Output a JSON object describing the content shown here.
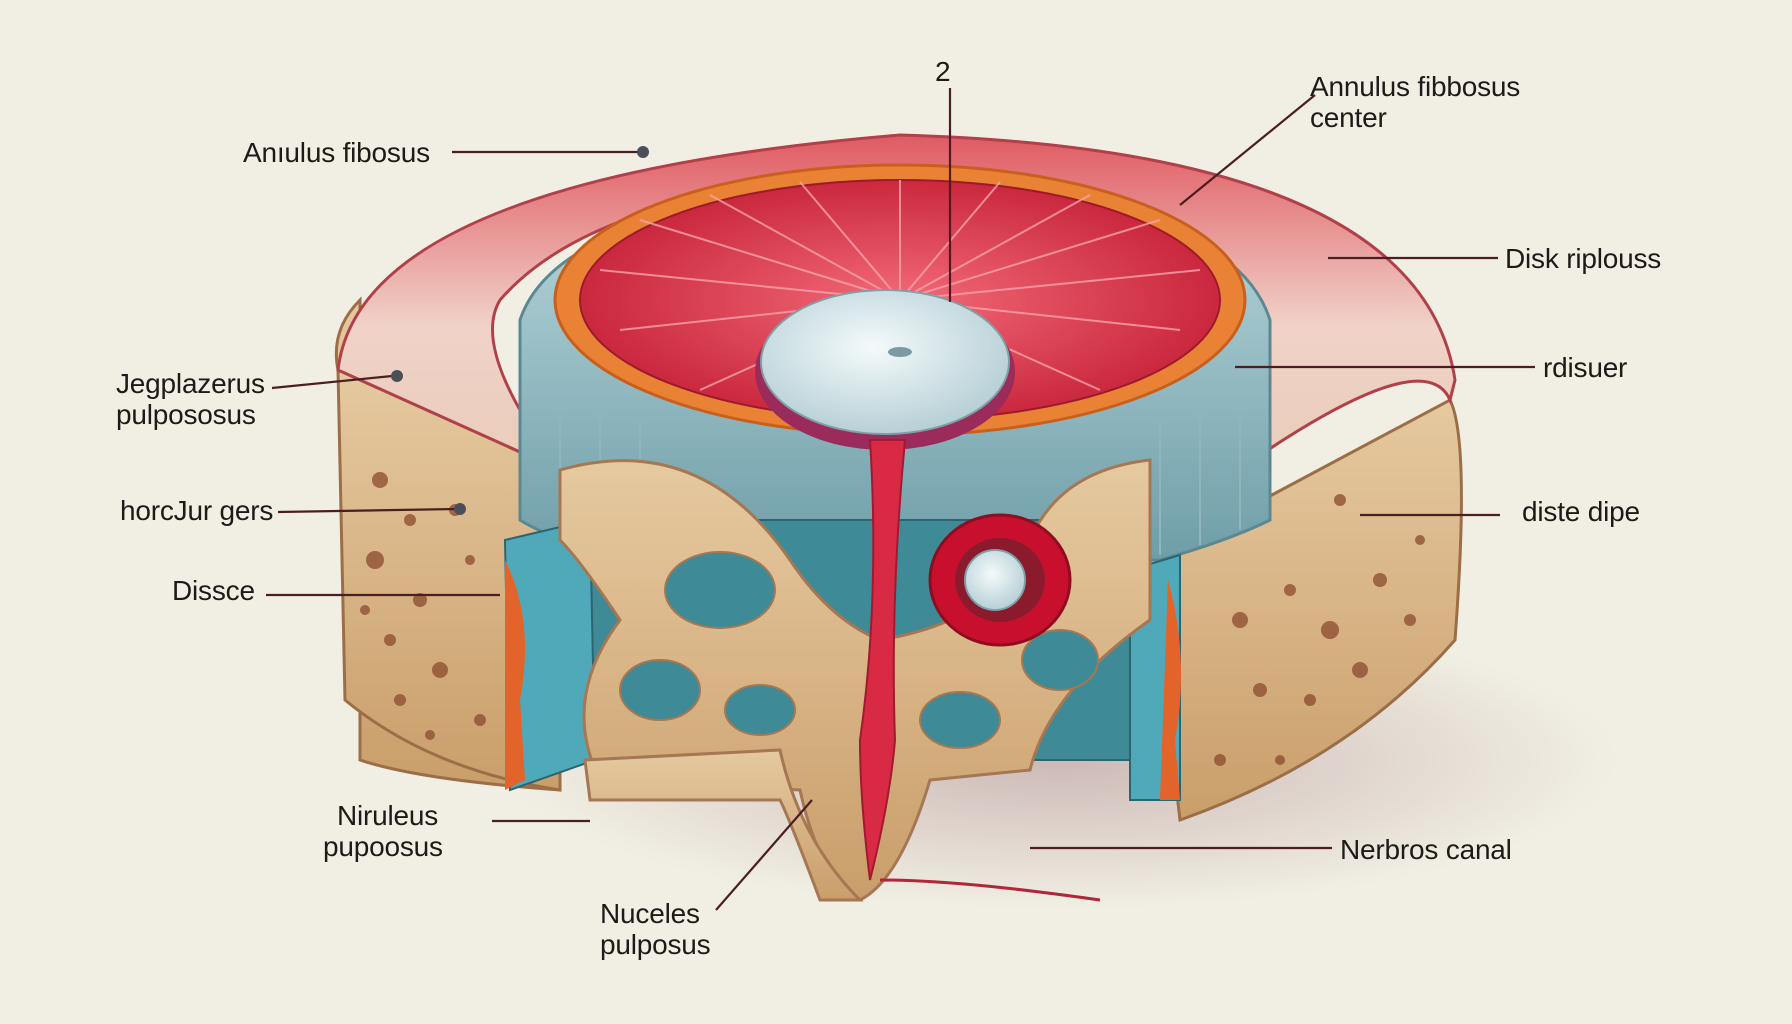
{
  "diagram": {
    "labels": {
      "top_number": "2",
      "anulus_fibosus": "Anıulus fibosus",
      "annulus_fibbosus_center": [
        "Annulus fibbosus",
        "center"
      ],
      "disk_riplouss": "Disk riplouss",
      "jegplazerus_pulpososus": [
        "Jegplazerus",
        "pulpososus"
      ],
      "rdisuer": "rdisuer",
      "horcjur_gers": "horcJur gers",
      "diste_dipe": "diste dipe",
      "dissce": "Dissce",
      "niruleus_pupoosus": [
        "Niruleus",
        "pupoosus"
      ],
      "nerbros_canal": "Nerbros canal",
      "nuceles_pulposus": [
        "Nuceles",
        "pulposus"
      ]
    },
    "colors": {
      "background": "#f1efe4",
      "annulus_red": "#d8384a",
      "nucleus_blue": "#d8e7ea",
      "bone_tan": "#d9b588",
      "cartilage_teal": "#8fc3c9",
      "orange_ring": "#ea8236",
      "leader_line": "#4a1e22"
    }
  }
}
